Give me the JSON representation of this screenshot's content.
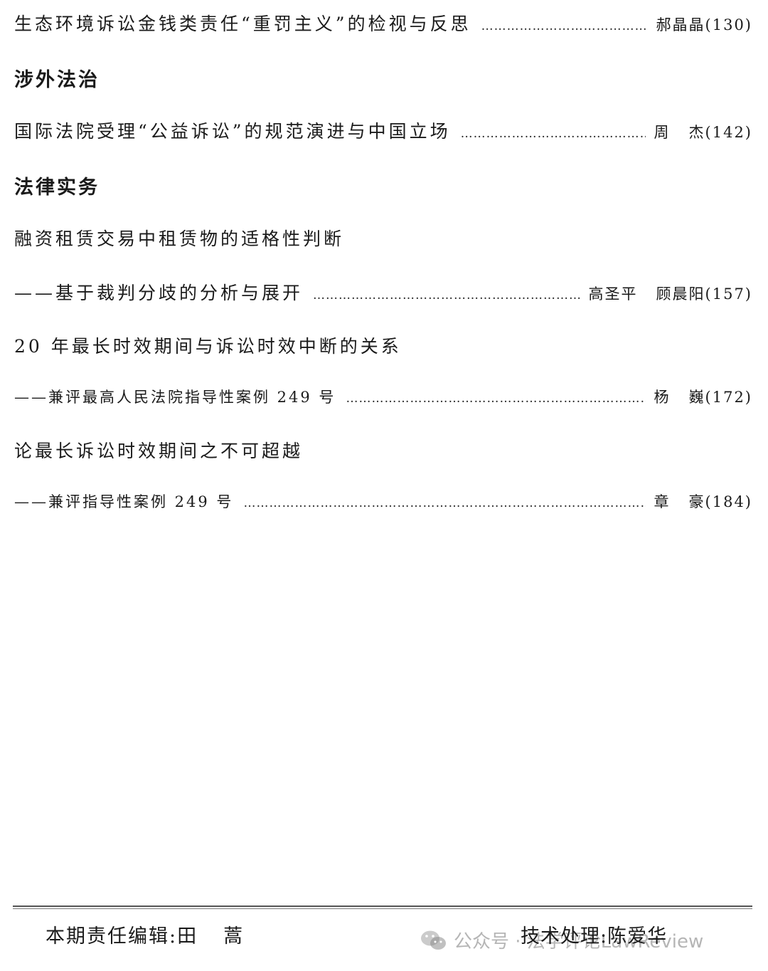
{
  "entries": {
    "e1": {
      "title": "生态环境诉讼金钱类责任“重罚主义”的检视与反思",
      "author": "郝晶晶",
      "page": "(130)"
    },
    "s1": "涉外法治",
    "e2": {
      "title": "国际法院受理“公益诉讼”的规范演进与中国立场",
      "author_a": "周",
      "author_b": "杰",
      "page": "(142)"
    },
    "s2": "法律实务",
    "e3": {
      "title": "融资租赁交易中租赁物的适格性判断",
      "subtitle": "——基于裁判分歧的分析与展开",
      "author_1": "高圣平",
      "author_2": "顾晨阳",
      "page": "(157)"
    },
    "e4": {
      "title": "20 年最长时效期间与诉讼时效中断的关系",
      "subtitle": "——兼评最高人民法院指导性案例 249 号",
      "author_a": "杨",
      "author_b": "巍",
      "page": "(172)"
    },
    "e5": {
      "title": "论最长诉讼时效期间之不可超越",
      "subtitle": "——兼评指导性案例 249 号",
      "author_a": "章",
      "author_b": "豪",
      "page": "(184)"
    }
  },
  "footer": {
    "editor_label": "本期责任编辑:田",
    "editor_name_b": "蒿",
    "tech_label": "技术处理:陈爱华"
  },
  "watermark": {
    "icon": "wechat-icon",
    "text": "公众号 · 法学评论LawReview"
  }
}
